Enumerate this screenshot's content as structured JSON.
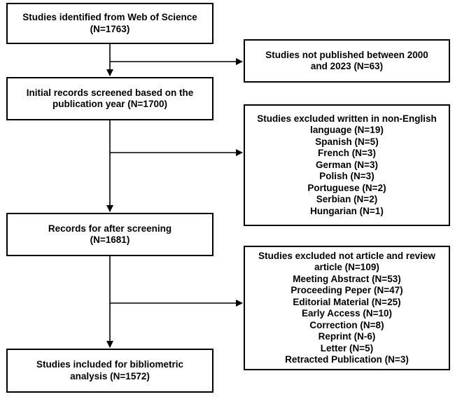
{
  "flowchart": {
    "main_boxes": [
      {
        "lines": [
          "Studies identified from Web of Science",
          "(N=1763)"
        ]
      },
      {
        "lines": [
          "Initial records screened based on the",
          "publication year (N=1700)"
        ]
      },
      {
        "lines": [
          "Records for after screening",
          "(N=1681)"
        ]
      },
      {
        "lines": [
          "Studies included for bibliometric",
          "analysis (N=1572)"
        ]
      }
    ],
    "exclusion_boxes": [
      {
        "lines": [
          "Studies not published between 2000",
          "and 2023 (N=63)"
        ]
      },
      {
        "lines": [
          "Studies excluded written in non-English",
          "language (N=19)",
          "Spanish (N=5)",
          "French (N=3)",
          "German (N=3)",
          "Polish (N=3)",
          "Portuguese (N=2)",
          "Serbian (N=2)",
          "Hungarian (N=1)"
        ]
      },
      {
        "lines": [
          "Studies excluded not article and review",
          "article (N=109)",
          "Meeting Abstract (N=53)",
          "Proceeding Peper (N=47)",
          "Editorial Material (N=25)",
          "Early Access (N=10)",
          "Correction (N=8)",
          "Reprint (N-6)",
          "Letter (N=5)",
          "Retracted Publication (N=3)"
        ]
      }
    ]
  }
}
